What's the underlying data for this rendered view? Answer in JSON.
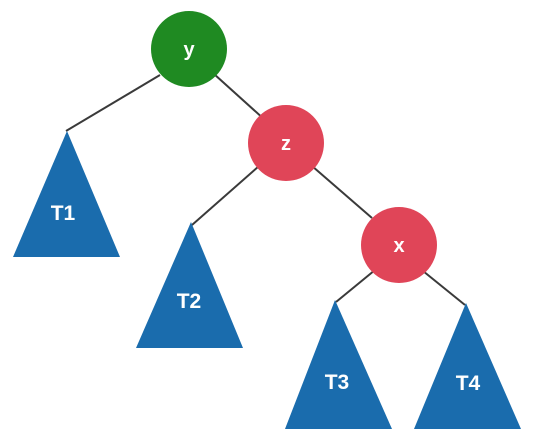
{
  "colors": {
    "green_node": "#1f8a22",
    "red_node": "#e04558",
    "subtree": "#1a6cad",
    "edge": "#3a3a3a",
    "label": "#ffffff"
  },
  "nodes": [
    {
      "id": "y",
      "label": "y",
      "color": "green_node"
    },
    {
      "id": "z",
      "label": "z",
      "color": "red_node"
    },
    {
      "id": "x",
      "label": "x",
      "color": "red_node"
    }
  ],
  "subtrees": [
    {
      "id": "T1",
      "label": "T1"
    },
    {
      "id": "T2",
      "label": "T2"
    },
    {
      "id": "T3",
      "label": "T3"
    },
    {
      "id": "T4",
      "label": "T4"
    }
  ],
  "edges": [
    {
      "from": "y",
      "to": "T1"
    },
    {
      "from": "y",
      "to": "z"
    },
    {
      "from": "z",
      "to": "T2"
    },
    {
      "from": "z",
      "to": "x"
    },
    {
      "from": "x",
      "to": "T3"
    },
    {
      "from": "x",
      "to": "T4"
    }
  ]
}
